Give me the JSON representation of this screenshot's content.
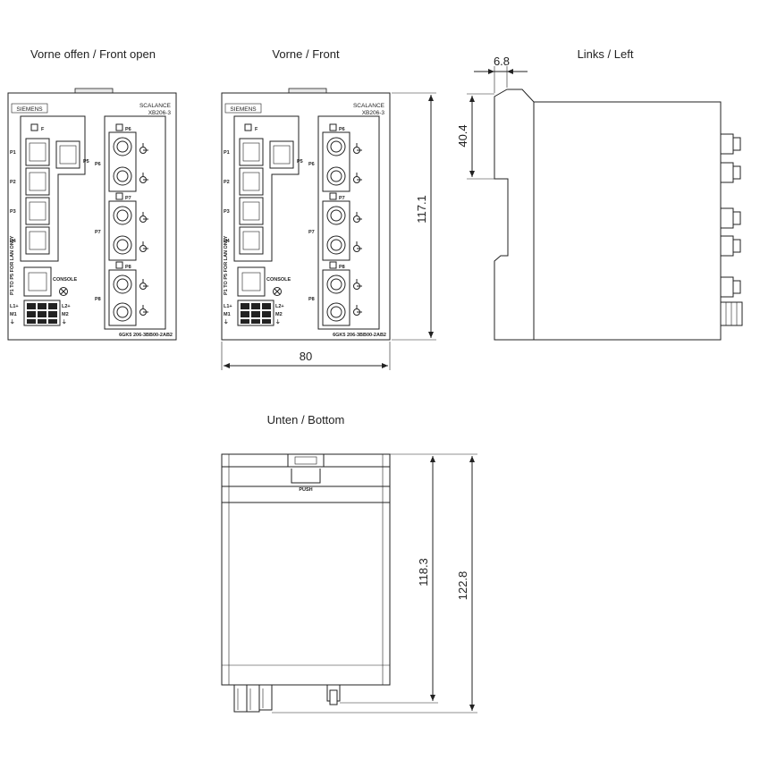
{
  "views": {
    "front_open_title": "Vorne offen / Front open",
    "front_title": "Vorne / Front",
    "left_title": "Links / Left",
    "bottom_title": "Unten / Bottom"
  },
  "device": {
    "brand": "SIEMENS",
    "model_line1": "SCALANCE",
    "model_line2": "XB206-3",
    "order_number": "6GK5 206-3BB00-2AB2",
    "console_label": "CONSOLE",
    "push_label": "PUSH",
    "led_f": "F",
    "side_text": "P1 TO P5 FOR LAN ONLY",
    "ports_left": [
      "P1",
      "P2",
      "P3",
      "P4"
    ],
    "port_p5": "P5",
    "fiber_ports": [
      "P6",
      "P7",
      "P8"
    ],
    "power_left": [
      "L1+",
      "M1",
      "⏚"
    ],
    "power_right": [
      "L2+",
      "M2",
      "⏚"
    ]
  },
  "dimensions": {
    "width": "80",
    "height": "117.1",
    "depth_offset": "6.8",
    "rail_height": "40.4",
    "bottom_depth": "118.3",
    "bottom_total": "122.8"
  },
  "colors": {
    "line": "#222222",
    "background": "#ffffff",
    "fill_gray": "#e8e8e8"
  }
}
